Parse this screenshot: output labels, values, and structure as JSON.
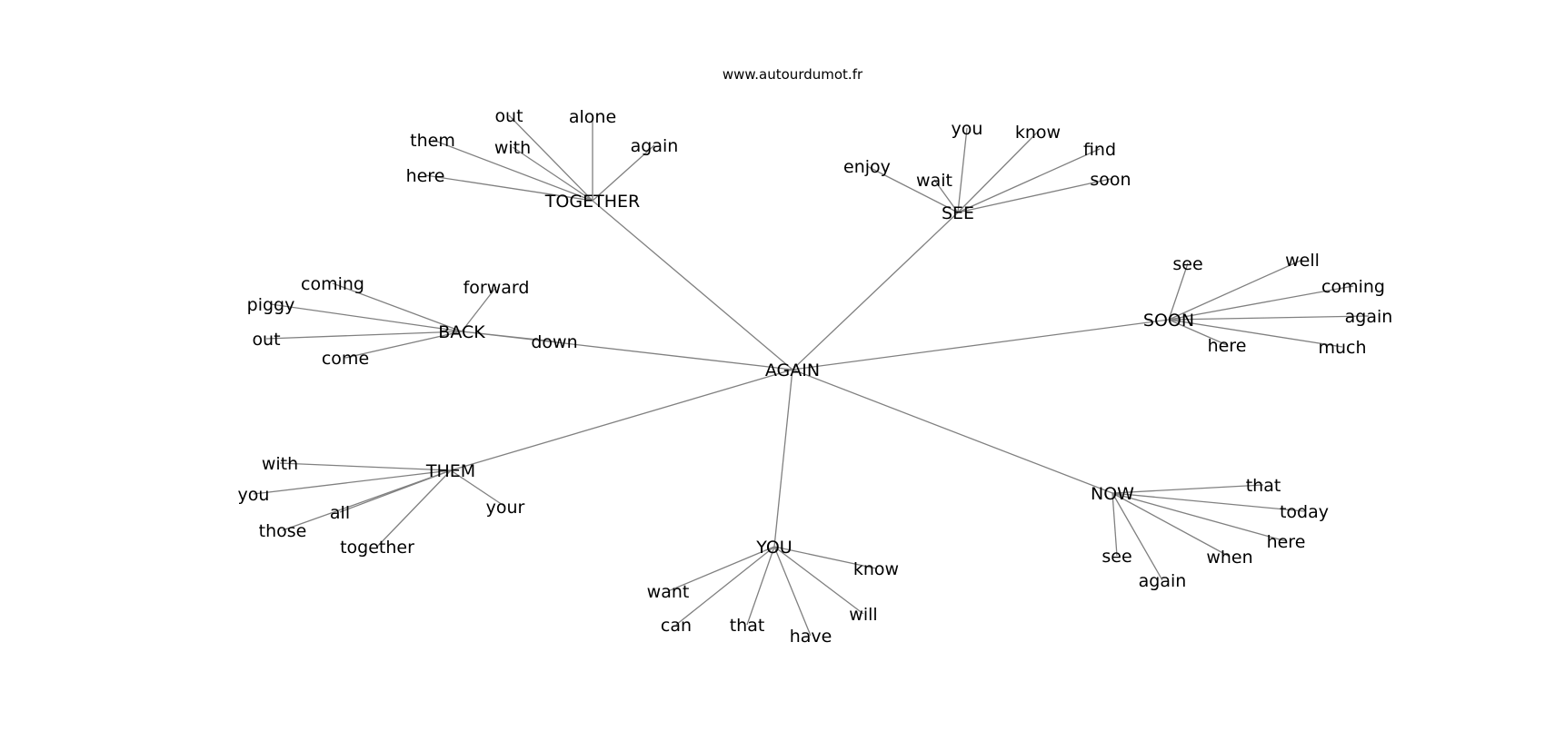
{
  "source": "www.autourdumot.fr",
  "colors": {
    "edge": "#808080",
    "text": "#000000",
    "background": "#ffffff"
  },
  "center": "AGAIN",
  "hubs": [
    {
      "key": "together",
      "label": "TOGETHER",
      "leaves": [
        "out",
        "alone",
        "them",
        "with",
        "again",
        "here"
      ]
    },
    {
      "key": "see",
      "label": "SEE",
      "leaves": [
        "you",
        "know",
        "find",
        "enjoy",
        "wait",
        "soon"
      ]
    },
    {
      "key": "back",
      "label": "BACK",
      "leaves": [
        "coming",
        "forward",
        "piggy",
        "out",
        "come",
        "down"
      ]
    },
    {
      "key": "soon",
      "label": "SOON",
      "leaves": [
        "see",
        "well",
        "coming",
        "again",
        "here",
        "much"
      ]
    },
    {
      "key": "them",
      "label": "THEM",
      "leaves": [
        "with",
        "you",
        "all",
        "your",
        "those",
        "together"
      ]
    },
    {
      "key": "you",
      "label": "YOU",
      "leaves": [
        "know",
        "want",
        "will",
        "can",
        "that",
        "have"
      ]
    },
    {
      "key": "now",
      "label": "NOW",
      "leaves": [
        "that",
        "today",
        "here",
        "when",
        "see",
        "again"
      ]
    }
  ]
}
